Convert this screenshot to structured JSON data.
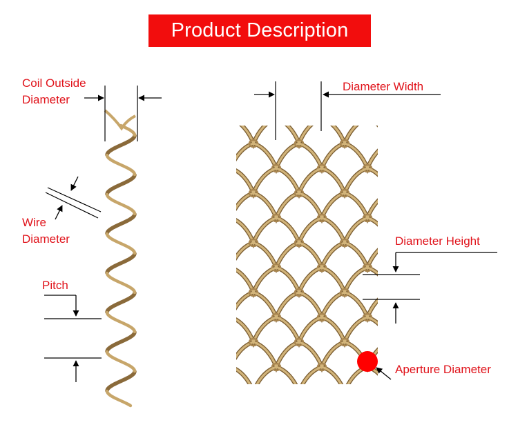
{
  "title": "Product Description",
  "labels": {
    "coil_outside_diameter_line1": "Coil Outside",
    "coil_outside_diameter_line2": "Diameter",
    "wire_diameter_line1": "Wire",
    "wire_diameter_line2": "Diameter",
    "pitch": "Pitch",
    "diameter_width": "Diameter Width",
    "diameter_height": "Diameter Height",
    "aperture_diameter": "Aperture Diameter"
  },
  "colors": {
    "banner": "#f20d0d",
    "label_text": "#e0121a",
    "wire_gold": "#b8965a",
    "aperture_marker": "#ff0000",
    "dimension_lines": "#000000"
  }
}
